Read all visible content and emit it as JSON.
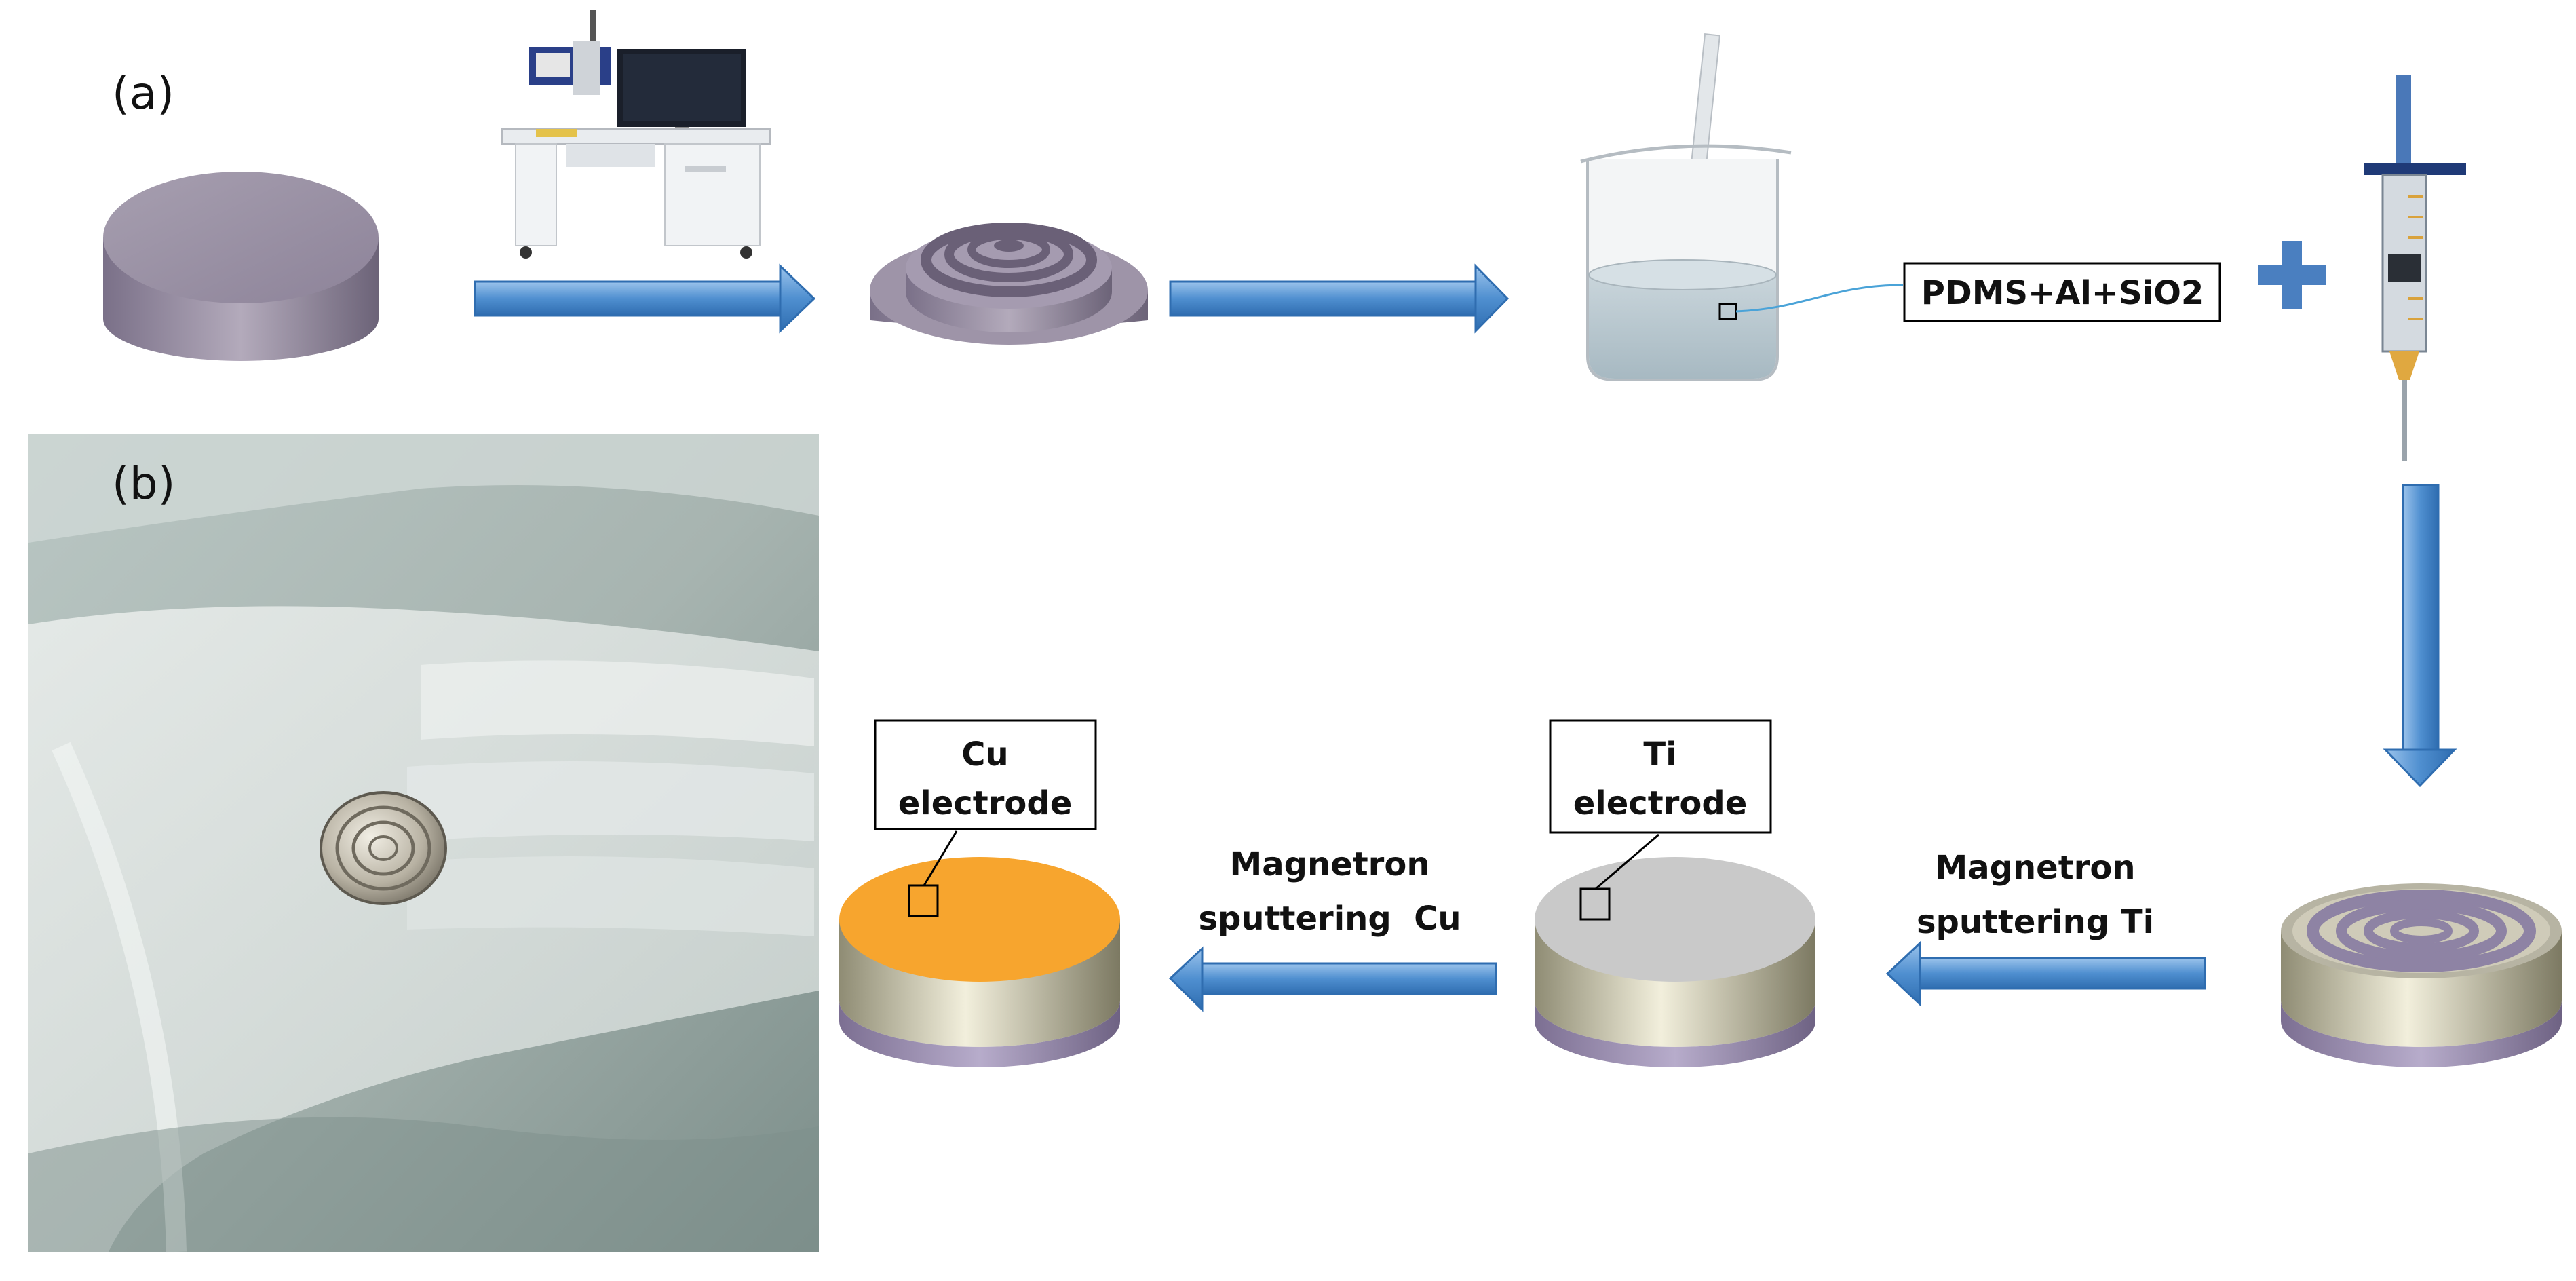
{
  "panels": {
    "a": "(a)",
    "b": "(b)"
  },
  "labels": {
    "mixture": "PDMS+Al+SiO2",
    "cu_line1": "Cu",
    "cu_line2": "electrode",
    "ti_line1": "Ti",
    "ti_line2": "electrode",
    "sputter_cu_line1": "Magnetron",
    "sputter_cu_line2": "sputtering  Cu",
    "sputter_ti_line1": "Magnetron",
    "sputter_ti_line2": "sputtering Ti"
  },
  "colors": {
    "arrow": "#5b9bd5",
    "disk": "#9a8fa6",
    "copper": "#f7a52e",
    "titanium": "#c9c9c9",
    "plus": "#4a7fc0"
  },
  "icons": [
    "laser-engraver-icon",
    "beaker-icon",
    "syringe-icon",
    "plus-icon"
  ]
}
